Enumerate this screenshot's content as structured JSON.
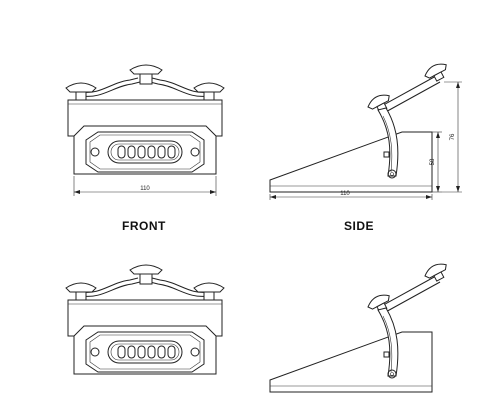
{
  "labels": {
    "front": "FRONT",
    "side": "SIDE"
  },
  "dimensions": {
    "front_width": "110",
    "side_length": "110",
    "side_height_inner": "58",
    "side_height_total": "76"
  },
  "colors": {
    "line": "#222222",
    "background": "#ffffff"
  }
}
